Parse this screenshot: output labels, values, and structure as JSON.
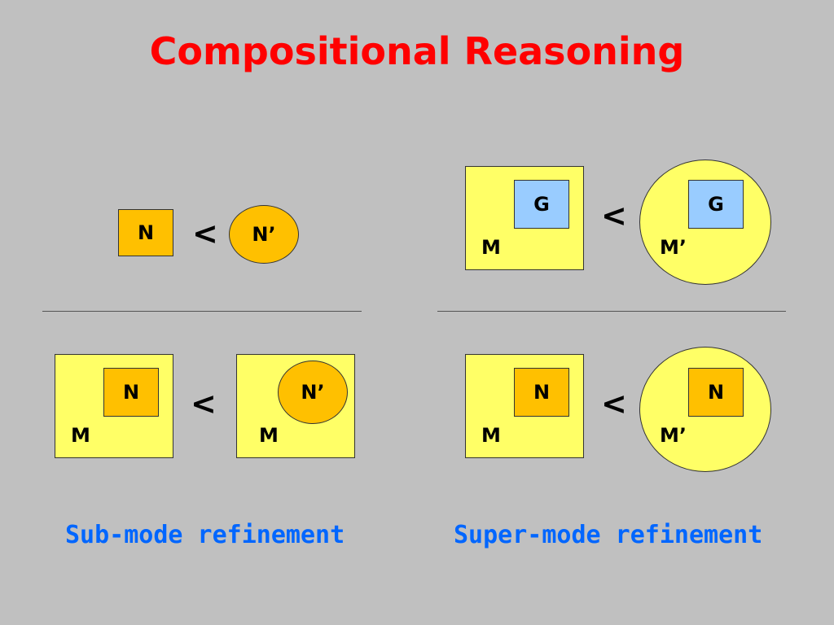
{
  "title": "Compositional Reasoning",
  "labels": {
    "n": "N",
    "n_prime": "N’",
    "m": "M",
    "m_prime": "M’",
    "g": "G",
    "refines": "<"
  },
  "captions": {
    "left": "Sub-mode refinement",
    "right": "Super-mode refinement"
  },
  "colors": {
    "background": "#c0c0c0",
    "title": "#ff0000",
    "caption": "#0066ff",
    "mode_fill": "#ffff66",
    "node_fill": "#ffc000",
    "guard_fill": "#99ccff"
  }
}
